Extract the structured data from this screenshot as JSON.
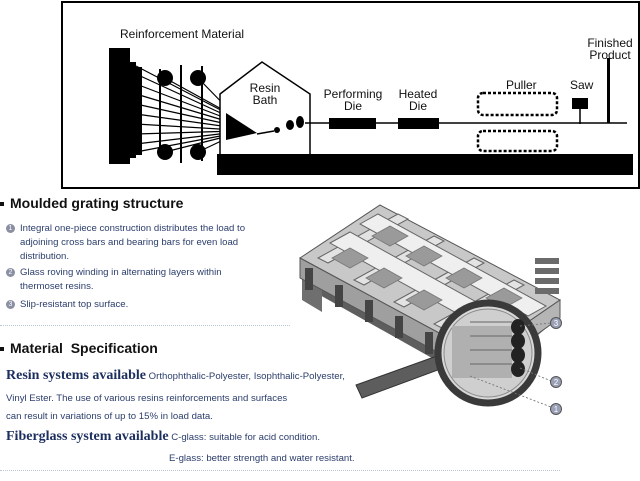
{
  "process": {
    "reinforcement_label": "Reinforcement Material",
    "resin_bath_label": [
      "Resin",
      "Bath"
    ],
    "performing_die_label": [
      "Performing",
      "Die"
    ],
    "heated_die_label": [
      "Heated",
      "Die"
    ],
    "puller_label": "Puller",
    "saw_label": "Saw",
    "finished_product_label": [
      "Finished",
      "Product"
    ]
  },
  "moulded": {
    "heading": "Moulded grating structure",
    "bullets": [
      {
        "num": "1",
        "lines": [
          "Integral one-piece construction distributes the load to",
          "adjoining cross bars and bearing bars for even load",
          "distribution."
        ]
      },
      {
        "num": "2",
        "lines": [
          "Glass roving winding in alternating layers within",
          "thermoset resins."
        ]
      },
      {
        "num": "3",
        "lines": [
          "Slip-resistant top surface."
        ]
      }
    ]
  },
  "spec": {
    "heading": "Material  Specification",
    "resin_title": "Resin systems available",
    "resin_line1": " Orthophthalic-Polyester, Isophthalic-Polyester,",
    "resin_line2": "Vinyl Ester. The use of various resins reinforcements and surfaces",
    "resin_line3": "can result in variations of up to 15% in load data.",
    "fiber_title": "Fiberglass system available",
    "fiber_line1": " C-glass: suitable for acid condition.",
    "fiber_line2": "E-glass: better strength and water resistant."
  },
  "callouts": [
    "3",
    "2",
    "1"
  ],
  "colors": {
    "line": "#0a0a0a",
    "text_blue": "#2b3d6b",
    "grating_light": "#c9c9c9",
    "grating_dark": "#7d7d7d"
  }
}
